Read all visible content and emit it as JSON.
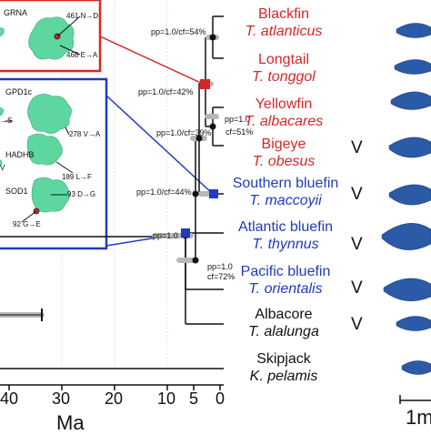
{
  "colors": {
    "red": "#d62728",
    "blue": "#1f3bbf",
    "black": "#111111",
    "protein": "#5ed6a0",
    "gray": "#b8b8b8",
    "fish": "#2b5aa6"
  },
  "protein_panel": {
    "top_box": {
      "protein": "GRNA",
      "mutations": [
        "461 N→D",
        "468 E→A"
      ]
    },
    "bottom_box": {
      "proteins": [
        "GPD1c",
        "HADHB",
        "SOD1"
      ],
      "mutations": [
        "→S",
        "278 V→A",
        "189 L→F",
        "93 D→G",
        "92 G→E"
      ],
      "cut_letter": "V"
    }
  },
  "species": [
    {
      "common": "Blackfin",
      "scientific": "T. atlanticus",
      "color": "red",
      "v": ""
    },
    {
      "common": "Longtail",
      "scientific": "T. tonggol",
      "color": "red",
      "v": ""
    },
    {
      "common": "Yellowfin",
      "scientific": "T. albacares",
      "color": "red",
      "v": ""
    },
    {
      "common": "Bigeye",
      "scientific": "T. obesus",
      "color": "red",
      "v": "V"
    },
    {
      "common": "Southern bluefin",
      "scientific": "T. maccoyii",
      "color": "blue",
      "v": "V"
    },
    {
      "common": "Atlantic bluefin",
      "scientific": "T. thynnus",
      "color": "blue",
      "v": "V"
    },
    {
      "common": "Pacific bluefin",
      "scientific": "T. orientalis",
      "color": "blue",
      "v": "V"
    },
    {
      "common": "Albacore",
      "scientific": "T. alalunga",
      "color": "black",
      "v": "V"
    },
    {
      "common": "Skipjack",
      "scientific": "K. pelamis",
      "color": "black",
      "v": ""
    }
  ],
  "node_support": [
    "pp=1.0/cf=54%",
    "pp=1.0/cf=42%",
    "pp=1.0",
    "cf=51%",
    "pp=1.0/cf=39%",
    "pp=1.0/cf=44%",
    "pp=1.0",
    "pp=1.0",
    "cf=72%"
  ],
  "axis": {
    "label": "Ma",
    "ticks": [
      "40",
      "30",
      "20",
      "10",
      "5",
      "0"
    ],
    "tick_values": [
      40,
      30,
      20,
      10,
      5,
      0
    ]
  },
  "scale_bar": {
    "label": "1m"
  }
}
